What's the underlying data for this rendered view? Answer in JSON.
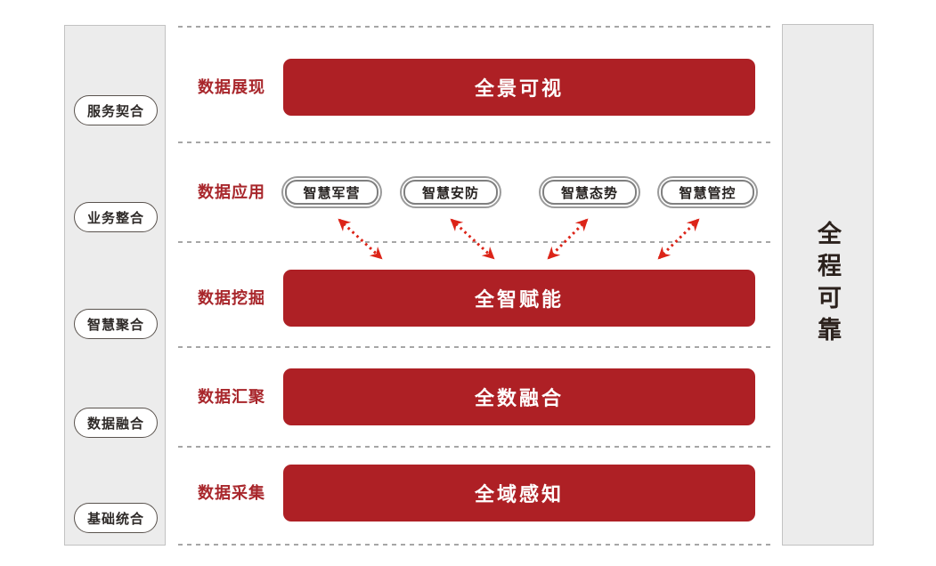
{
  "left_sidebar": {
    "items": [
      {
        "label": "服务契合"
      },
      {
        "label": "业务整合"
      },
      {
        "label": "智慧聚合"
      },
      {
        "label": "数据融合"
      },
      {
        "label": "基础统合"
      }
    ]
  },
  "right_sidebar": {
    "label": "全程可靠"
  },
  "rows": [
    {
      "label": "数据展现",
      "banner": "全景可视"
    },
    {
      "label": "数据应用",
      "apps": [
        "智慧军营",
        "智慧安防",
        "智慧态势",
        "智慧管控"
      ]
    },
    {
      "label": "数据挖掘",
      "banner": "全智赋能"
    },
    {
      "label": "数据汇聚",
      "banner": "全数融合"
    },
    {
      "label": "数据采集",
      "banner": "全域感知"
    }
  ],
  "colors": {
    "banner_red": "#ae2025",
    "label_red": "#a8262b",
    "arrow_red": "#dc2418",
    "panel_gray": "#ececec"
  }
}
